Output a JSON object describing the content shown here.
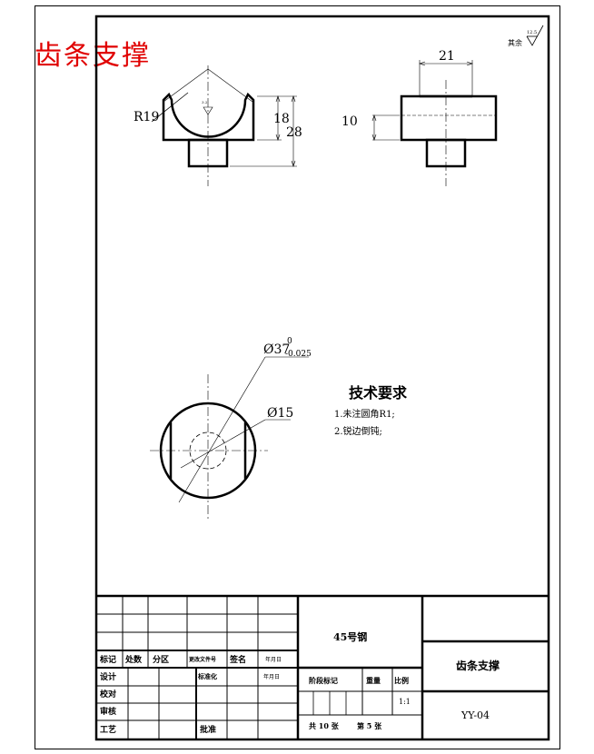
{
  "drawing": {
    "corner_title": "齿条支撑",
    "surface_roughness": {
      "value": "12.5",
      "label": "其余"
    },
    "top_view_roughness": "3.2",
    "dims": {
      "radius": "R19",
      "h18": "18",
      "h28": "28",
      "w21": "21",
      "h10": "10",
      "dia37": "Ø37",
      "dia37_tol_upper": "0",
      "dia37_tol_lower": "-0.025",
      "dia15": "Ø15"
    },
    "tech_req": {
      "title": "技术要求",
      "items": [
        "1.未注圆角R1;",
        "2.锐边倒钝;"
      ]
    }
  },
  "title_block": {
    "headers": [
      "标记",
      "处数",
      "分区",
      "更改文件号",
      "签名",
      "年月日"
    ],
    "rows_left": [
      "设计",
      "校对",
      "审核",
      "工艺"
    ],
    "standardize": "标准化",
    "approve": "批准",
    "date_label": "年月日",
    "material": "45号钢",
    "stage_mark": "阶段标记",
    "weight": "重量",
    "scale_label": "比例",
    "scale_value": "1:1",
    "total_sheets": "共 10  张",
    "sheet_no": "第 5  张",
    "part_name": "齿条支撑",
    "drawing_no": "YY-04"
  }
}
